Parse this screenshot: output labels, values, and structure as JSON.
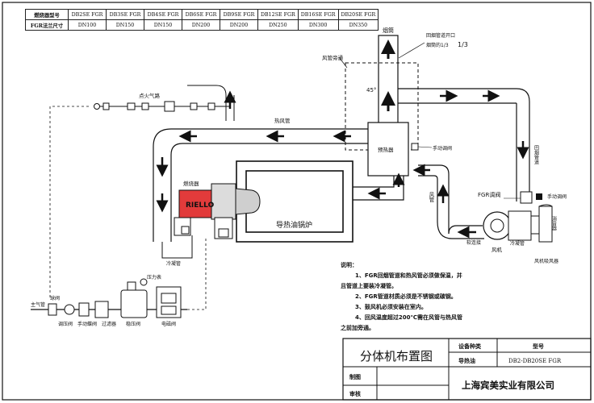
{
  "spec_table": {
    "row1_label": "燃烧器型号",
    "models": [
      "DB2SE FGR",
      "DB3SE FGR",
      "DB4SE FGR",
      "DB6SE FGR",
      "DB9SE FGR",
      "DB12SE FGR",
      "DB16SE FGR",
      "DB20SE FGR"
    ],
    "row2_label": "FGR法兰尺寸",
    "sizes": [
      "DN100",
      "DN150",
      "DN150",
      "DN200",
      "DN200",
      "DN250",
      "DN300",
      "DN350"
    ]
  },
  "labels": {
    "smoke_pipe": "烟筒",
    "return_position": "回烟管道开口",
    "return_ratio": "烟筒的1/3",
    "air_bypass": "风管旁通",
    "angle": "45°",
    "vent": "点火气路",
    "hot_air_pipe": "热风管",
    "preheater": "预热器",
    "manual_valve_top": "手动调阀",
    "return_pipe": "回烟管道",
    "air_pipe": "风管",
    "fgr_valve": "FGR调阀",
    "manual_valve_right": "手动调阀",
    "muffler": "消音器",
    "soft_joint": "软连接",
    "fan": "风机",
    "cold_condenser": "冷凝管",
    "fan_intake": "风机吸风器",
    "burner": "燃烧器",
    "brand": "RIELLO",
    "boiler": "导热油锅炉",
    "cooling_pipe": "冷凝管",
    "pressure_gauge": "压力表",
    "main_gas": "主气管",
    "ball_valve": "球阀",
    "gas_items": [
      "调压阀",
      "手动蝶阀",
      "过滤器",
      "稳压阀",
      "电磁阀"
    ]
  },
  "notes": {
    "heading": "说明：",
    "items": [
      "1、FGR回烟管道和热风管必须做保温，并",
      "且管道上要装冷凝管。",
      "2、FGR管道材质必须是不锈钢或碳钢。",
      "3、鼓风机必须安装在室内。",
      "4、回风温度超过200℃需在风管与热风管",
      "之前加旁通。"
    ]
  },
  "title_block": {
    "title": "分体机布置图",
    "device_type_label": "设备种类",
    "model_label": "型号",
    "device_type": "导热油",
    "model": "DB2-DB20SE FGR",
    "drawn_label": "制图",
    "review_label": "审核",
    "company": "上海宾美实业有限公司"
  }
}
